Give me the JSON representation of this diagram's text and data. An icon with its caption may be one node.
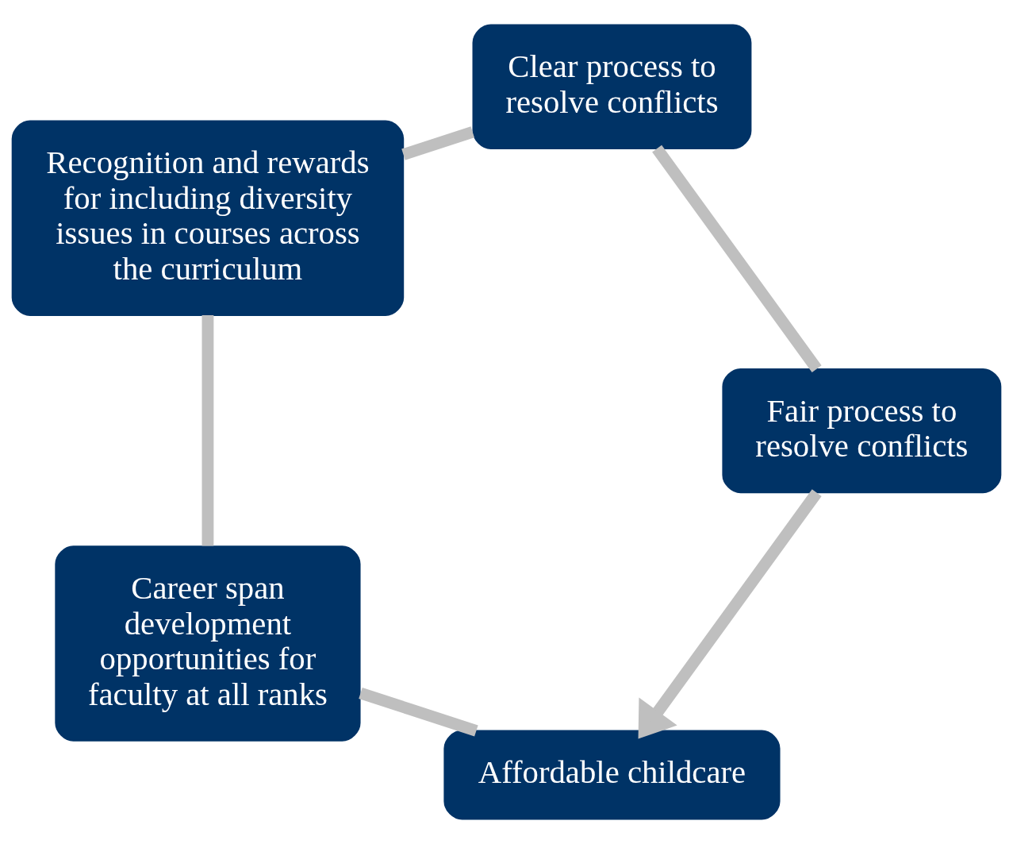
{
  "diagram": {
    "nodes": [
      {
        "text": [
          "Affordable childcare"
        ]
      },
      {
        "text": [
          "Career span development opportunities for faculty at all ranks"
        ]
      },
      {
        "text": [
          "Recognition and rewards for including diversity issues in courses across the curriculum"
        ]
      },
      {
        "text": [
          "Clear process to resolve conflicts"
        ]
      },
      {
        "text": [
          "Fair process to resolve conflicts"
        ]
      }
    ],
    "edges": [
      {
        "from": 0,
        "to": 1,
        "arrow": "none"
      },
      {
        "from": 1,
        "to": 2,
        "arrow": "none"
      },
      {
        "from": 2,
        "to": 3,
        "arrow": "none"
      },
      {
        "from": 3,
        "to": 4,
        "arrow": "none"
      },
      {
        "from": 4,
        "to": 0,
        "arrow": "to"
      }
    ]
  }
}
